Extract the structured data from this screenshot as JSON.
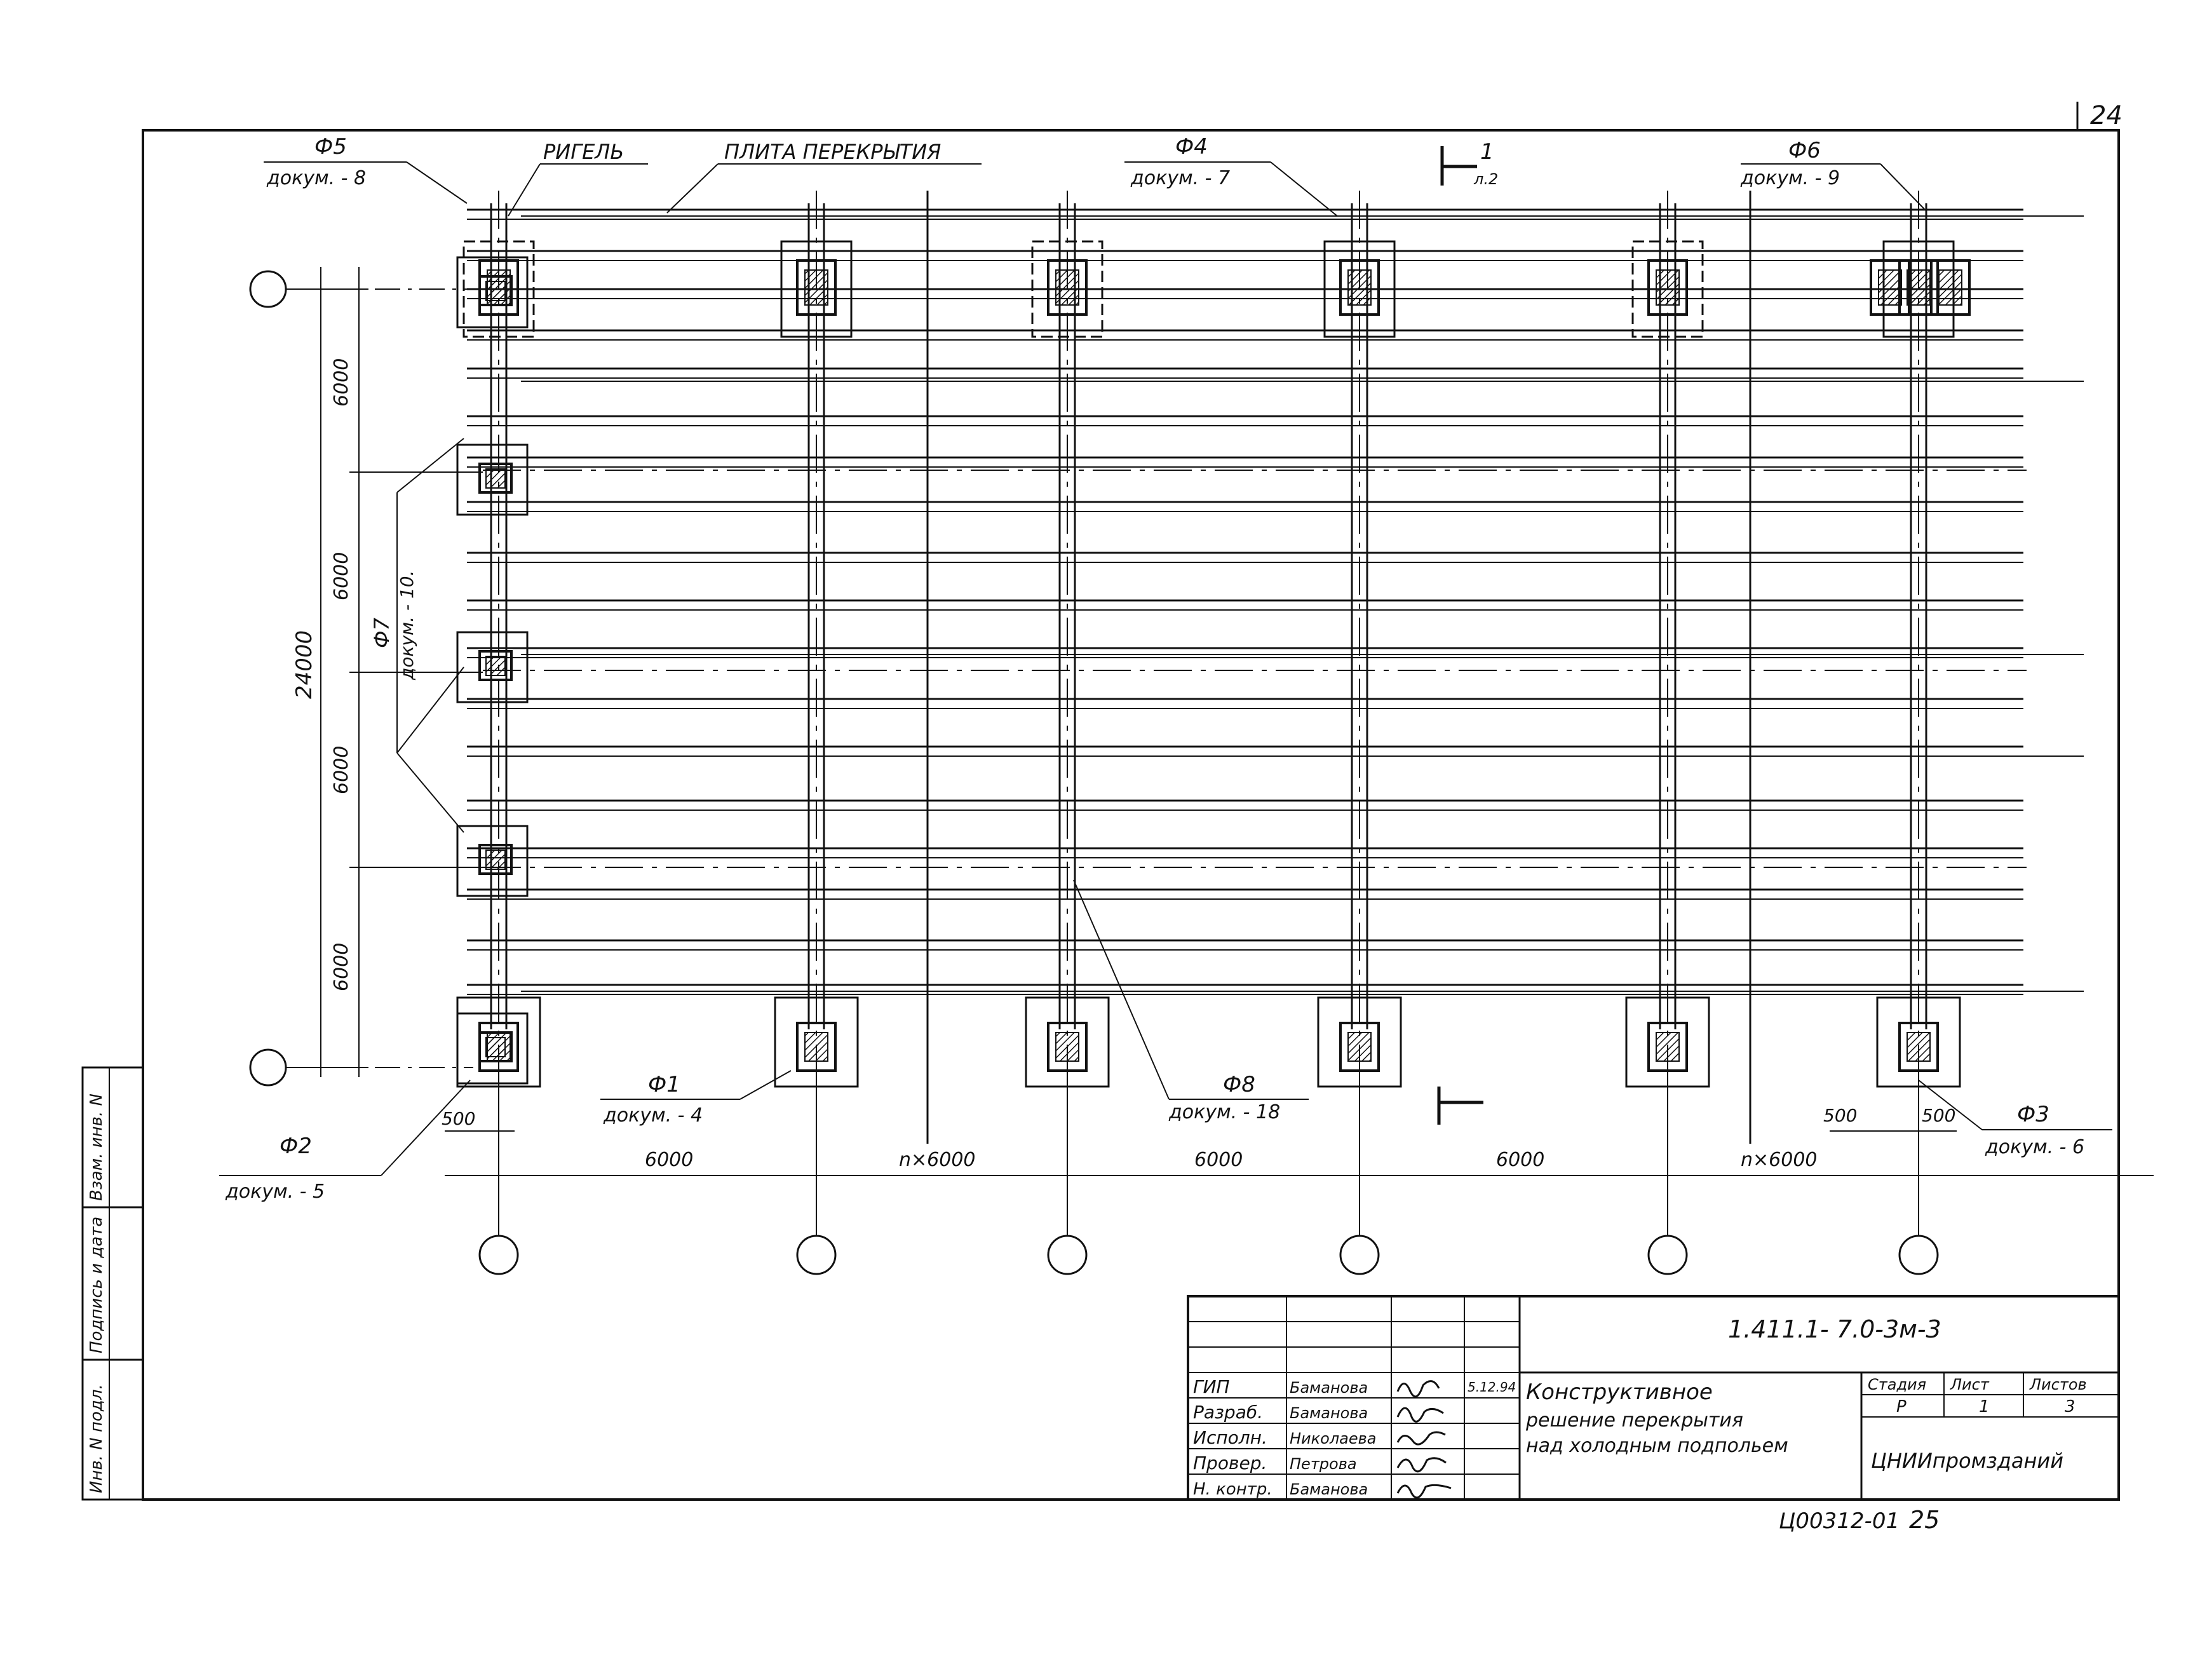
{
  "sheet_corner_number": "24",
  "labels": {
    "f5": "Ф5",
    "f5_doc": "докум. - 8",
    "rigel": "РИГЕЛЬ",
    "slab": "ПЛИТА ПЕРЕКРЫТИЯ",
    "f4": "Ф4",
    "f4_doc": "докум. - 7",
    "f6": "Ф6",
    "f6_doc": "докум. - 9",
    "section_num": "1",
    "section_sheet": "л.2",
    "f7": "Ф7",
    "f7_doc": "докум. - 10.",
    "f1": "Ф1",
    "f1_doc": "докум. - 4",
    "f8": "Ф8",
    "f8_doc": "докум. - 18",
    "f2": "Ф2",
    "f2_doc": "докум. - 5",
    "f3": "Ф3",
    "f3_doc": "докум. - 6"
  },
  "dimensions": {
    "vertical_total": "24000",
    "vertical": [
      "6000",
      "6000",
      "6000",
      "6000"
    ],
    "horizontal": [
      "6000",
      "n×6000",
      "6000",
      "6000",
      "n×6000"
    ],
    "edge_left": "500",
    "edge_right_a": "500",
    "edge_right_b": "500"
  },
  "side_stamp": [
    "Инв. N подл.",
    "Подпись и дата",
    "Взам. инв. N"
  ],
  "title_block": {
    "code": "1.411.1- 7.0-3м-3",
    "roles": [
      "ГИП",
      "Разраб.",
      "Исполн.",
      "Провер.",
      "Н. контр."
    ],
    "names": [
      "Баманова",
      "Баманова",
      "Николаева",
      "Петрова",
      "Баманова"
    ],
    "date": "5.12.94",
    "title_lines": [
      "Конструктивное",
      "решение перекрытия",
      "над холодным подпольем"
    ],
    "stage_header": "Стадия",
    "sheet_header": "Лист",
    "sheets_header": "Листов",
    "stage": "Р",
    "sheet": "1",
    "sheets": "3",
    "org": "ЦНИИпромзданий"
  },
  "footer": {
    "order": "Ц00312-01",
    "page": "25"
  }
}
